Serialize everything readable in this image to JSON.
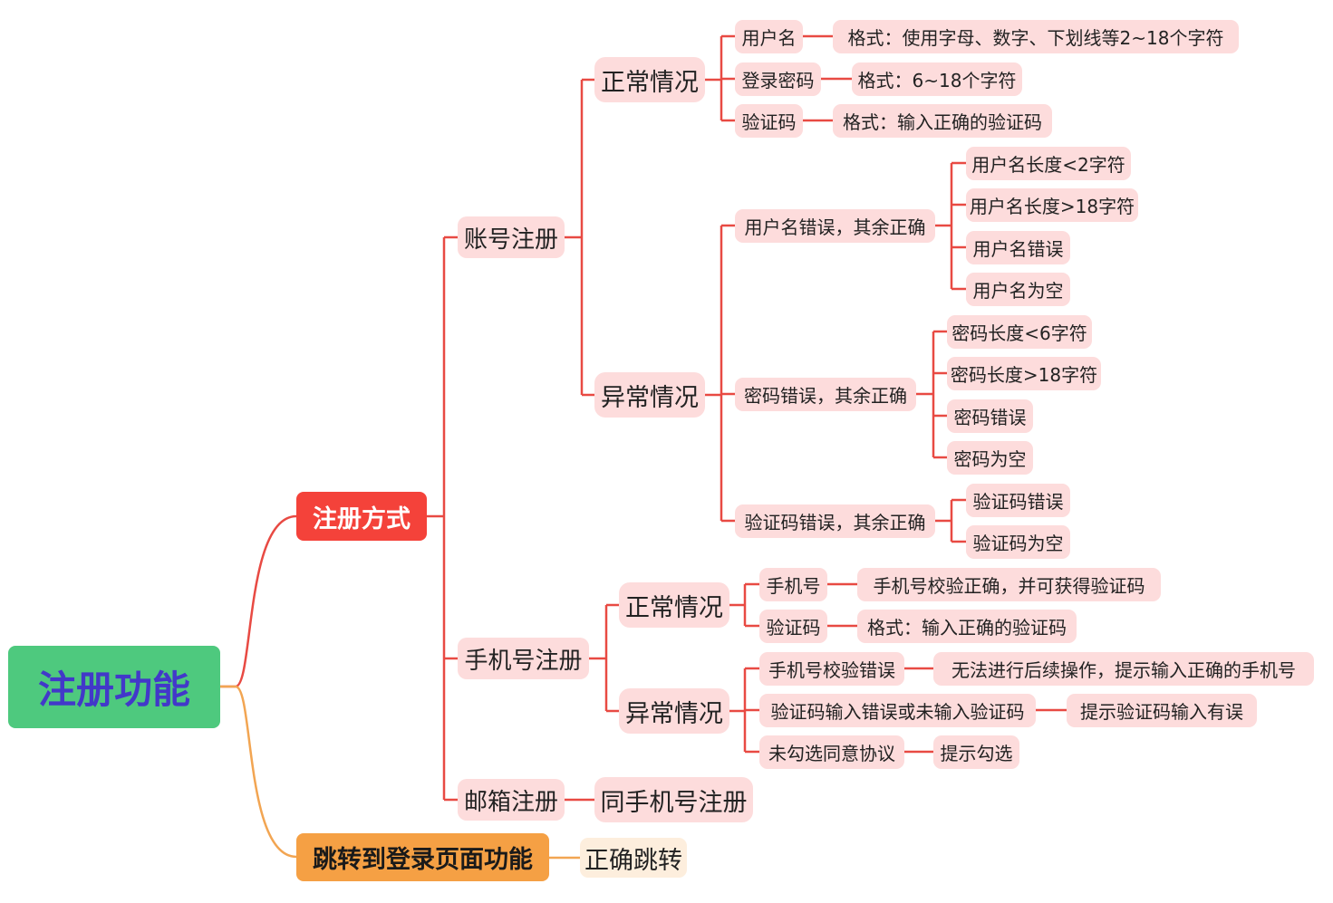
{
  "colors": {
    "root_bg": "#4ec97e",
    "root_text": "#4238c9",
    "branch_red": "#f4423a",
    "branch_orange": "#f5a044",
    "node_pink": "#fddcdc",
    "node_peach": "#fdeedd",
    "line_red": "#e84a43",
    "line_orange": "#f2a552"
  },
  "mindmap": {
    "root": "注册功能",
    "register_methods": {
      "label": "注册方式",
      "account": {
        "label": "账号注册",
        "normal": {
          "label": "正常情况",
          "username": "用户名",
          "username_format": "格式：使用字母、数字、下划线等2~18个字符",
          "password": "登录密码",
          "password_format": "格式：6~18个字符",
          "captcha": "验证码",
          "captcha_format": "格式：输入正确的验证码"
        },
        "abnormal": {
          "label": "异常情况",
          "username_error": "用户名错误，其余正确",
          "username_cases": [
            "用户名长度<2字符",
            "用户名长度>18字符",
            "用户名错误",
            "用户名为空"
          ],
          "password_error": "密码错误，其余正确",
          "password_cases": [
            "密码长度<6字符",
            "密码长度>18字符",
            "密码错误",
            "密码为空"
          ],
          "captcha_error": "验证码错误，其余正确",
          "captcha_cases": [
            "验证码错误",
            "验证码为空"
          ]
        }
      },
      "phone": {
        "label": "手机号注册",
        "normal": {
          "label": "正常情况",
          "phone": "手机号",
          "phone_desc": "手机号校验正确，并可获得验证码",
          "captcha": "验证码",
          "captcha_format": "格式：输入正确的验证码"
        },
        "abnormal": {
          "label": "异常情况",
          "phone_invalid": "手机号校验错误",
          "phone_invalid_result": "无法进行后续操作，提示输入正确的手机号",
          "captcha_wrong": "验证码输入错误或未输入验证码",
          "captcha_wrong_result": "提示验证码输入有误",
          "agreement": "未勾选同意协议",
          "agreement_result": "提示勾选"
        }
      },
      "email": {
        "label": "邮箱注册",
        "desc": "同手机号注册"
      }
    },
    "redirect": {
      "label": "跳转到登录页面功能",
      "desc": "正确跳转"
    }
  }
}
